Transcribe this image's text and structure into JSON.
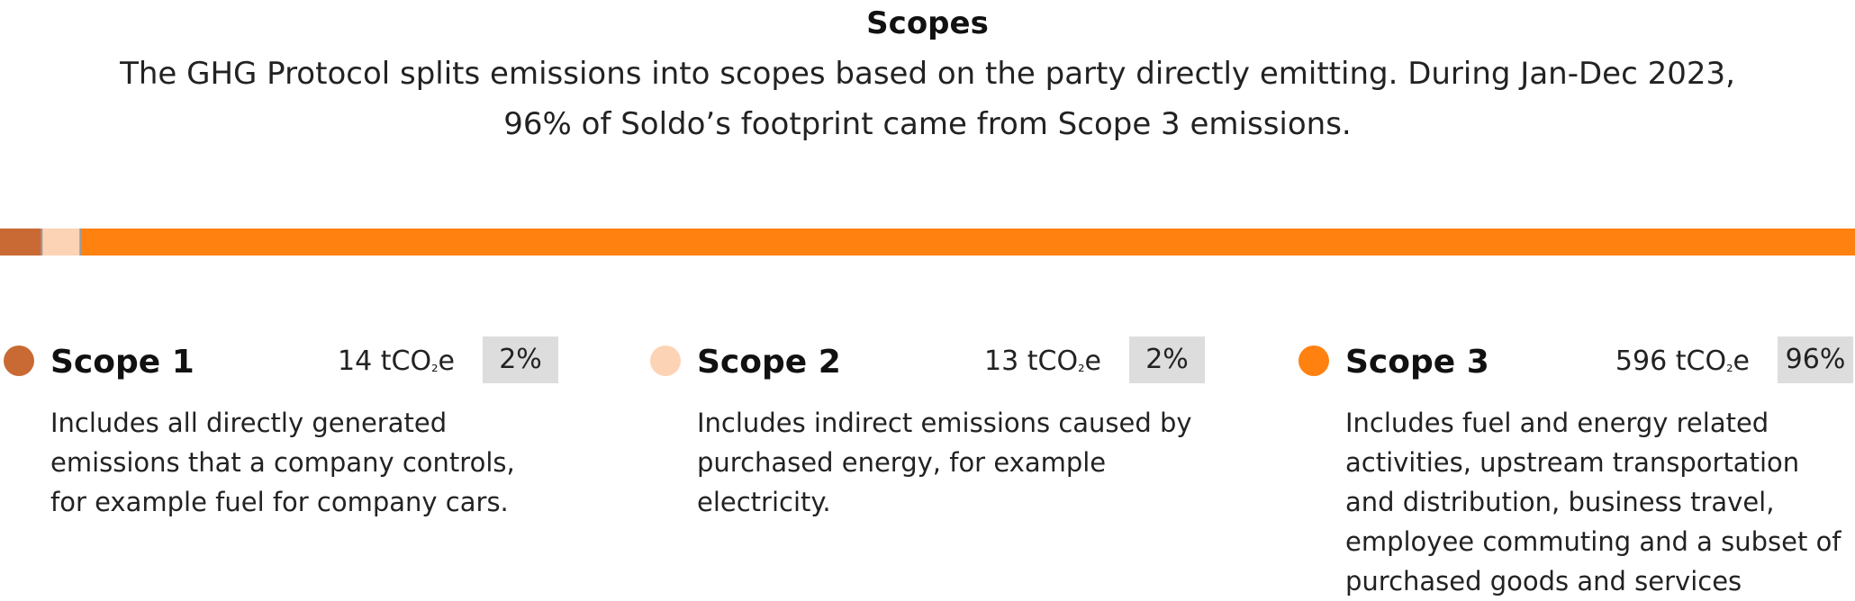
{
  "header": {
    "title": "Scopes",
    "subtitle_line1": "The GHG Protocol splits emissions into scopes based on the party directly emitting. During Jan-Dec 2023,",
    "subtitle_line2": "96% of Soldo’s footprint came from Scope 3 emissions."
  },
  "chart_data": {
    "type": "bar",
    "orientation": "horizontal-stacked",
    "unit": "tCO₂e",
    "categories": [
      "Scope 1",
      "Scope 2",
      "Scope 3"
    ],
    "values": [
      14,
      13,
      596
    ],
    "percentages": [
      "2%",
      "2%",
      "96%"
    ],
    "colors": [
      "#c96a34",
      "#fdd3b5",
      "#ff8110"
    ],
    "separator_color": "#9b9b9b"
  },
  "scopes": [
    {
      "name": "Scope 1",
      "value_num": "14",
      "value_unit_prefix": "tCO",
      "value_unit_sub": "₂",
      "value_unit_suffix": "e",
      "pct": "2%",
      "color": "#c96a34",
      "description": "Includes all directly generated emissions that a company controls, for example fuel for company cars."
    },
    {
      "name": "Scope 2",
      "value_num": "13",
      "value_unit_prefix": "tCO",
      "value_unit_sub": "₂",
      "value_unit_suffix": "e",
      "pct": "2%",
      "color": "#fdd3b5",
      "description": "Includes indirect emissions caused by purchased energy, for example electricity."
    },
    {
      "name": "Scope 3",
      "value_num": "596",
      "value_unit_prefix": "tCO",
      "value_unit_sub": "₂",
      "value_unit_suffix": "e",
      "pct": "96%",
      "color": "#ff8110",
      "description": "Includes fuel and energy related activities, upstream transportation and distribution, business travel, employee commuting and a subset of purchased goods and services"
    }
  ]
}
